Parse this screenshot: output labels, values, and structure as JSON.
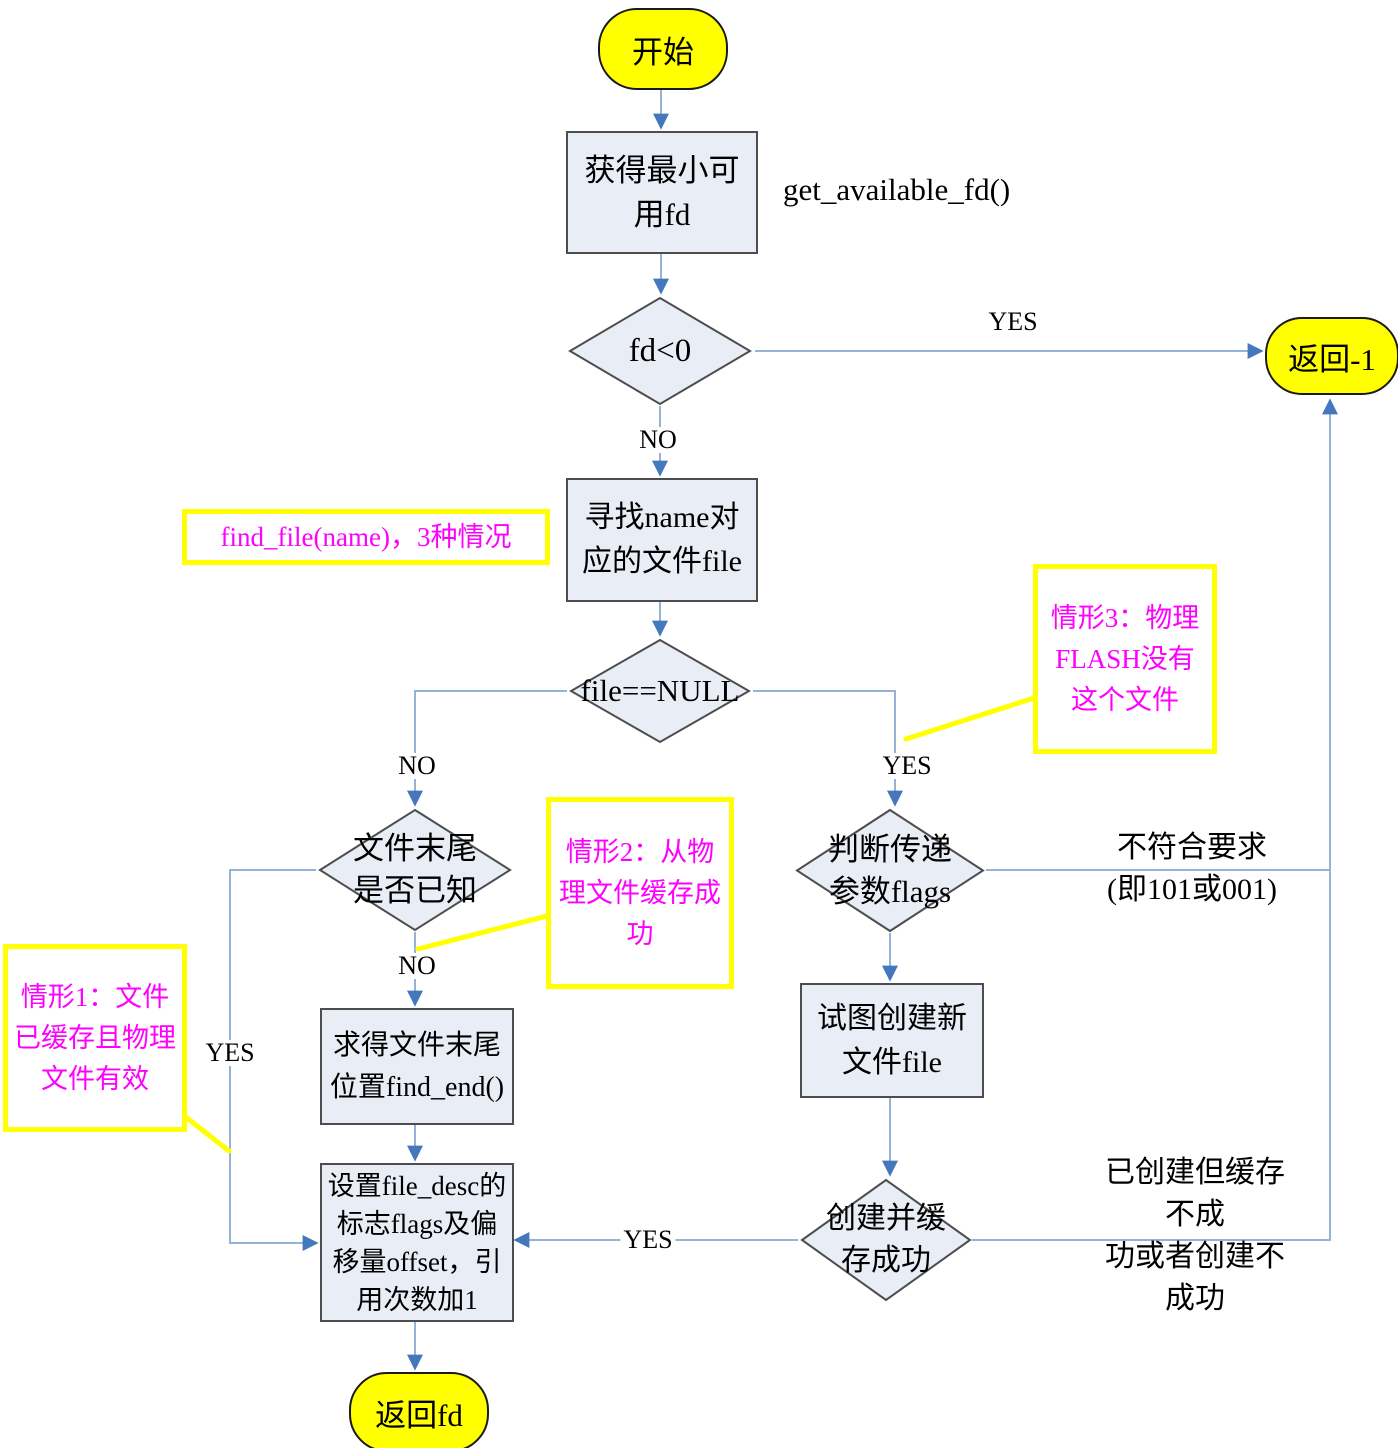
{
  "diagram": {
    "terminals": {
      "start": "开始",
      "return_neg1": "返回-1",
      "return_fd": "返回fd"
    },
    "processes": {
      "get_fd": "获得最小可\n用fd",
      "find_file": "寻找name对\n应的文件file",
      "find_end": "求得文件末尾\n位置find_end()",
      "set_desc": "设置file_desc的\n标志flags及偏\n移量offset，引\n用次数加1",
      "create_file": "试图创建新\n文件file"
    },
    "decisions": {
      "fd_lt_0": "fd<0",
      "file_null": "file==NULL",
      "end_known": "文件末尾\n是否已知",
      "judge_flags": "判断传递\n参数flags",
      "create_cache": "创建并缓\n存成功"
    },
    "annotations": {
      "get_fd_fn": "get_available_fd()",
      "find_file_fn": "find_file(name)，3种情况",
      "case1": "情形1：文件\n已缓存且物理\n文件有效",
      "case2": "情形2：从物\n理文件缓存成\n功",
      "case3": "情形3：物理\nFLASH没有\n这个文件",
      "flags_fail": "不符合要求\n(即101或001)",
      "create_fail": "已创建但缓存不成\n功或者创建不成功"
    },
    "edge_labels": {
      "fd_yes": "YES",
      "fd_no": "NO",
      "null_no": "NO",
      "null_yes": "YES",
      "end_yes": "YES",
      "end_no": "NO",
      "create_yes": "YES"
    },
    "colors": {
      "terminal_fill": "#ffff00",
      "shape_fill": "#e9edf6",
      "shape_border": "#4d4d4d",
      "flow_line": "#95b3d7",
      "arrow_head": "#4477bb",
      "callout_line": "#ffff00",
      "annotation_text": "#ff00ff"
    }
  }
}
